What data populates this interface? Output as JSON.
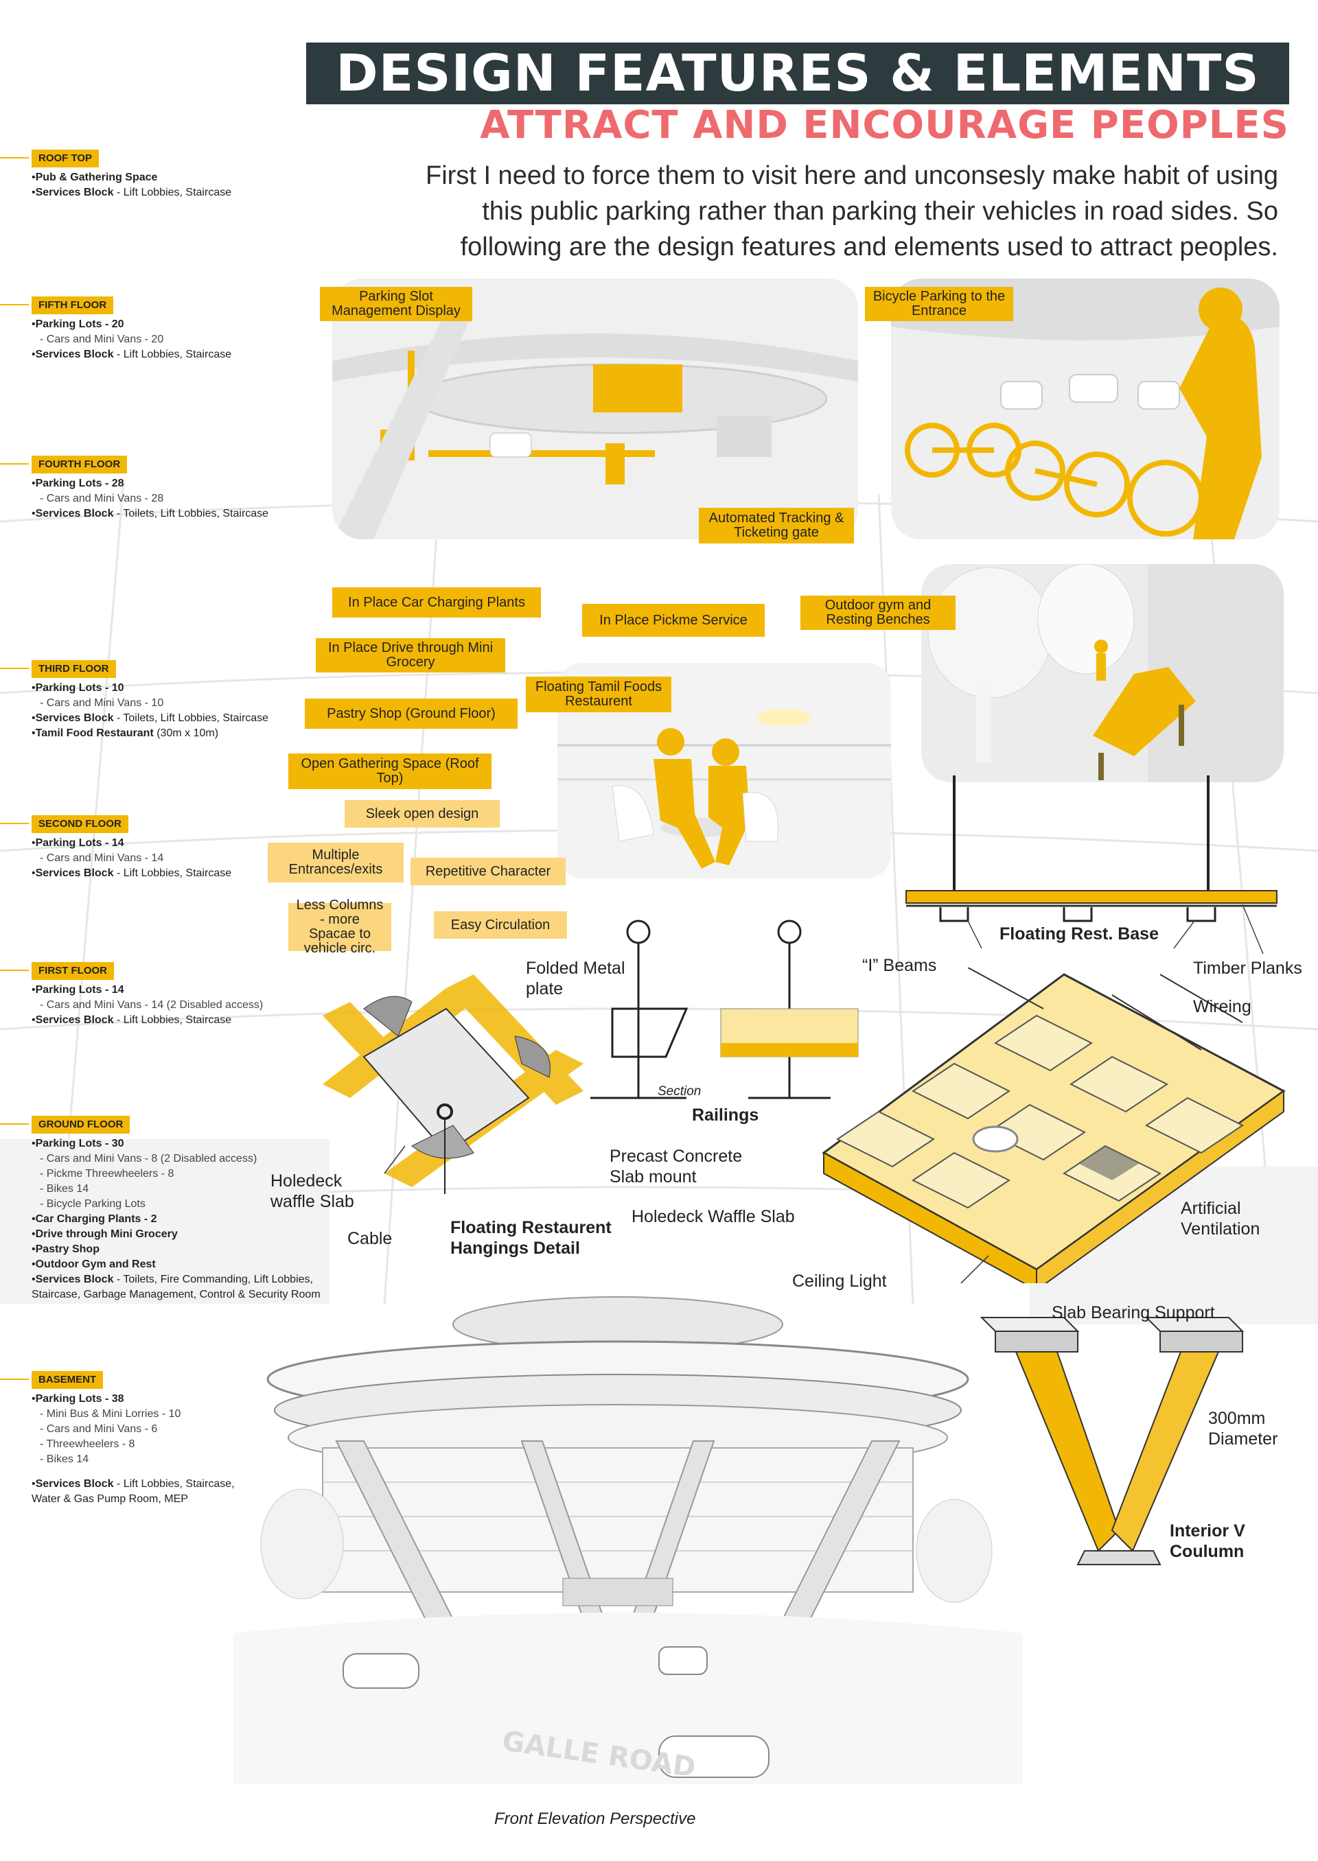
{
  "header": {
    "title": "DESIGN FEATURES & ELEMENTS",
    "subtitle": "ATTRACT AND ENCOURAGE PEOPLES",
    "intro_lines": [
      "First I need to force them to visit here and unconsesly make habit of using",
      "this public parking rather than parking their vehicles in road sides. So",
      "following are the design features and elements used to attract peoples."
    ]
  },
  "floors": [
    {
      "name": "ROOF TOP",
      "items": [
        {
          "bold": "Pub & Gathering Space",
          "text": ""
        },
        {
          "bold": "Services Block",
          "text": " - Lift Lobbies, Staircase"
        }
      ]
    },
    {
      "name": "FIFTH FLOOR",
      "items": [
        {
          "bold": "Parking Lots - 20",
          "text": ""
        },
        {
          "sub": "Cars and Mini Vans - 20"
        },
        {
          "bold": "Services Block",
          "text": " - Lift Lobbies, Staircase"
        }
      ]
    },
    {
      "name": "FOURTH FLOOR",
      "items": [
        {
          "bold": "Parking Lots - 28",
          "text": ""
        },
        {
          "sub": "Cars and Mini Vans - 28"
        },
        {
          "bold": "Services Block",
          "text": " - Toilets, Lift Lobbies, Staircase"
        }
      ]
    },
    {
      "name": "THIRD FLOOR",
      "items": [
        {
          "bold": "Parking Lots - 10",
          "text": ""
        },
        {
          "sub": "Cars and Mini Vans - 10"
        },
        {
          "bold": "Services Block",
          "text": " - Toilets, Lift Lobbies, Staircase"
        },
        {
          "bold": "Tamil Food Restaurant",
          "text": " (30m x 10m)"
        }
      ]
    },
    {
      "name": "SECOND FLOOR",
      "items": [
        {
          "bold": "Parking Lots - 14",
          "text": ""
        },
        {
          "sub": "Cars and Mini Vans - 14"
        },
        {
          "bold": "Services Block",
          "text": " - Lift Lobbies, Staircase"
        }
      ]
    },
    {
      "name": "FIRST FLOOR",
      "items": [
        {
          "bold": "Parking Lots - 14",
          "text": ""
        },
        {
          "sub": "Cars and Mini Vans - 14 (2 Disabled access)"
        },
        {
          "bold": "Services Block",
          "text": " - Lift Lobbies, Staircase"
        }
      ]
    },
    {
      "name": "GROUND FLOOR",
      "items": [
        {
          "bold": "Parking Lots - 30",
          "text": ""
        },
        {
          "sub": "Cars and Mini Vans - 8 (2 Disabled access)"
        },
        {
          "sub": "Pickme Threewheelers - 8"
        },
        {
          "sub": "Bikes 14"
        },
        {
          "sub": "Bicycle Parking Lots"
        },
        {
          "bold": "Car Charging Plants - 2",
          "text": ""
        },
        {
          "bold": "Drive through Mini Grocery",
          "text": ""
        },
        {
          "bold": "Pastry Shop",
          "text": ""
        },
        {
          "bold": "Outdoor Gym and Rest",
          "text": ""
        },
        {
          "bold": "Services Block",
          "text": " - Toilets, Fire Commanding, Lift Lobbies,"
        },
        {
          "cont": "Staircase, Garbage Management, Control & Security Room"
        }
      ]
    },
    {
      "name": "BASEMENT",
      "items": [
        {
          "bold": "Parking Lots - 38",
          "text": ""
        },
        {
          "sub": "Mini Bus & Mini Lorries - 10"
        },
        {
          "sub": "Cars and Mini Vans - 6"
        },
        {
          "sub": "Threewheelers - 8"
        },
        {
          "sub": "Bikes 14"
        },
        {
          "gap": true
        },
        {
          "bold": "Services Block",
          "text": " -  Lift Lobbies, Staircase,"
        },
        {
          "cont": "Water & Gas Pump Room, MEP"
        }
      ]
    }
  ],
  "callouts": {
    "parking_display": "Parking Slot Management Display",
    "bicycle_parking": "Bicycle Parking to the  Entrance",
    "tracking_gate": "Automated Tracking & Ticketing gate",
    "charging": "In Place Car Charging Plants",
    "pickme": "In Place Pickme Service",
    "gym": "Outdoor gym and Resting Benches",
    "grocery": "In Place Drive through Mini Grocery",
    "tamil_foods": "Floating Tamil Foods Restaurent",
    "pastry": "Pastry Shop (Ground Floor)",
    "gathering": "Open Gathering Space (Roof Top)",
    "sleek": "Sleek open design",
    "entrances": "Multiple Entrances/exits",
    "repetitive": "Repetitive Character",
    "less_columns": "Less Columns - more Spacae to vehicle circ.",
    "circulation": "Easy Circulation"
  },
  "labels": {
    "floating_base": "Floating Rest. Base",
    "i_beams": "“I” Beams",
    "timber": "Timber Planks",
    "wireing": "Wireing",
    "folded_plate": "Folded Metal plate",
    "section": "Section",
    "railings": "Railings",
    "precast": "Precast Concrete Slab mount",
    "holedeck_left": "Holedeck waffle Slab",
    "cable": "Cable",
    "hangings": "Floating Restaurent Hangings Detail",
    "holedeck_right": "Holedeck Waffle Slab",
    "ventilation": "Artificial Ventilation",
    "ceiling_light": "Ceiling Light",
    "slab_bearing": "Slab Bearing Support",
    "diameter": "300mm Diameter",
    "v_column": "Interior V Coulumn",
    "road": "GALLE ROAD",
    "caption": "Front Elevation Perspective"
  },
  "colors": {
    "accent": "#f2b705",
    "title_bg": "#2d3a3e",
    "subtitle": "#ee6a6f"
  }
}
